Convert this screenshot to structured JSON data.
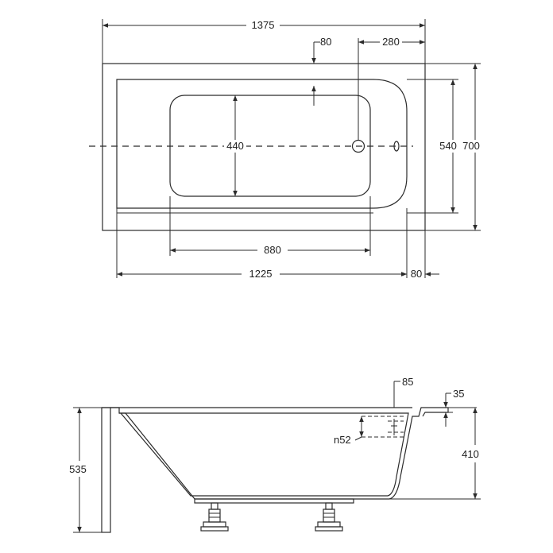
{
  "top_view": {
    "dim_overall_length": "1375",
    "dim_rim_offset": "80",
    "dim_drain_offset": "280",
    "dim_inner_width": "440",
    "dim_basin_width": "540",
    "dim_overall_width": "700",
    "dim_inner_length": "880",
    "dim_basin_length": "1225",
    "dim_end_rim": "80"
  },
  "side_view": {
    "dim_overflow_offset": "85",
    "dim_rim_thickness": "35",
    "dim_overflow_diameter": "n52",
    "dim_depth": "410",
    "dim_total_height": "535"
  }
}
